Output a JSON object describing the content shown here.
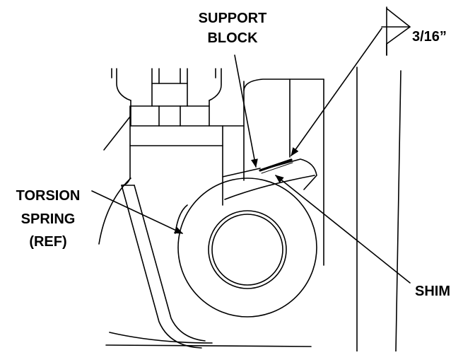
{
  "labels": {
    "support_block_line1": "SUPPORT",
    "support_block_line2": "BLOCK",
    "weld_size": "3/16”",
    "torsion_spring_line1": "TORSION",
    "torsion_spring_line2": "SPRING",
    "torsion_spring_line3": "(REF)",
    "shim": "SHIM"
  },
  "colors": {
    "line": "#000000",
    "background": "#ffffff"
  }
}
